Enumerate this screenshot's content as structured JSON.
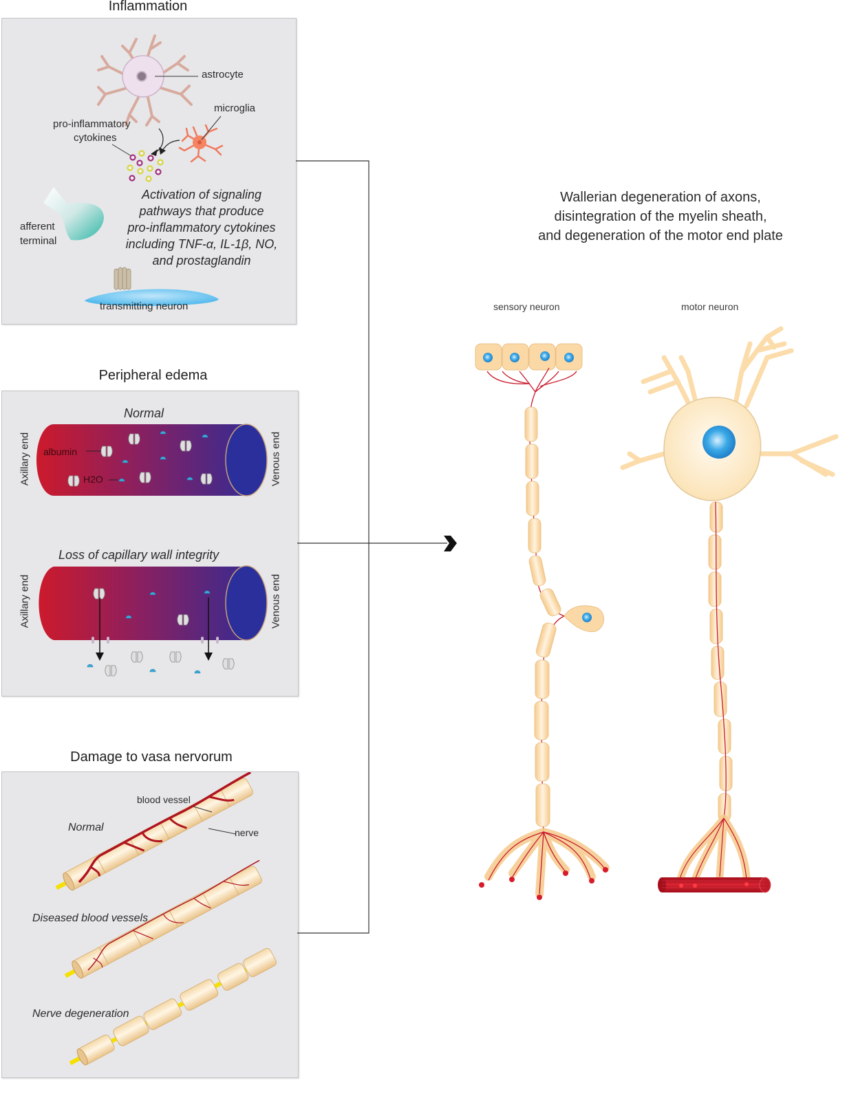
{
  "panels": {
    "inflammation": {
      "title": "Inflammation",
      "labels": {
        "astrocyte": "astrocyte",
        "microglia": "microglia",
        "cytokines_line1": "pro-inflammatory",
        "cytokines_line2": "cytokines",
        "afferent_line1": "afferent",
        "afferent_line2": "terminal",
        "transmitting": "transmitting neuron"
      },
      "description": [
        "Activation of signaling",
        "pathways that produce",
        "pro-inflammatory cytokines",
        "including TNF-α, IL-1β, NO,",
        "and prostaglandin"
      ]
    },
    "edema": {
      "title": "Peripheral edema",
      "normal": {
        "caption": "Normal",
        "left_end": "Axillary end",
        "right_end": "Venous end",
        "albumin": "albumin",
        "water": "H2O"
      },
      "loss": {
        "caption": "Loss of capillary wall integrity",
        "left_end": "Axillary end",
        "right_end": "Venous end"
      }
    },
    "vasa": {
      "title": "Damage to vasa nervorum",
      "labels": {
        "blood_vessel": "blood vessel",
        "nerve": "nerve"
      },
      "stages": [
        "Normal",
        "Diseased blood vessels",
        "Nerve degeneration"
      ]
    }
  },
  "result": {
    "title_lines": [
      "Wallerian degeneration of axons,",
      "disintegration of the myelin sheath,",
      "and degeneration of the motor end plate"
    ],
    "sensory_label": "sensory neuron",
    "motor_label": "motor neuron"
  },
  "colors": {
    "panel_bg": "#e7e7e9",
    "artery_red": "#c8102e",
    "vein_blue": "#2b2f9a",
    "myelin": "#f9d9a6",
    "axon_red": "#c0182a",
    "nucleus_blue": "#2b8fd6"
  }
}
